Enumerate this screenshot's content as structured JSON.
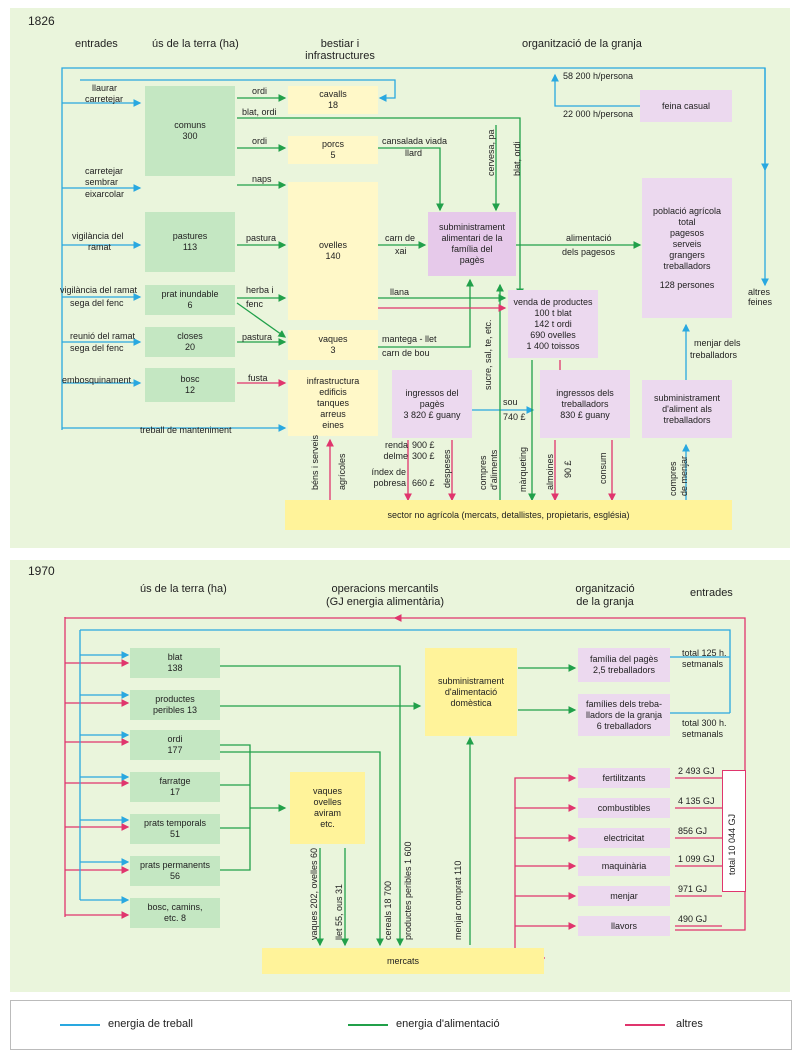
{
  "colors": {
    "blue": "#29a8e0",
    "green": "#21a04a",
    "red": "#e0356d",
    "green_bg": "#eaf5dc"
  },
  "top": {
    "year": "1826",
    "headers": {
      "entrades": "entrades",
      "us_terra": "ús de la terra (ha)",
      "bestiar_1": "bestiar i",
      "bestiar_2": "infrastructures",
      "organitzacio": "organització de la granja"
    },
    "inputs": {
      "llaurar": "llaurar",
      "carretejar": "carretejar",
      "carretejar2": "carretejar",
      "sembrar": "sembrar",
      "eixarcolar": "eixarcolar",
      "vigilancia1": "vigilància del",
      "ramat1": "ramat",
      "vigilancia2": "vigilància del ramat",
      "sega1": "sega del fenc",
      "reunio": "reunió del ramat",
      "sega2": "sega del fenc",
      "embosquinament": "embosquinament",
      "treball": "treball de manteniment"
    },
    "land": {
      "comuns_name": "comuns",
      "comuns_val": "300",
      "pastures_name": "pastures",
      "pastures_val": "113",
      "prat_name": "prat inundable",
      "prat_val": "6",
      "closes_name": "closes",
      "closes_val": "20",
      "bosc_name": "bosc",
      "bosc_val": "12"
    },
    "flows": {
      "ordi1": "ordi",
      "blat_ordi": "blat, ordi",
      "ordi2": "ordi",
      "naps": "naps",
      "pastura1": "pastura",
      "herba": "herba i",
      "fenc": "fenc",
      "pastura2": "pastura",
      "fusta": "fusta",
      "cansalada": "cansalada viada",
      "llard": "llard",
      "carn_de": "carn de",
      "xai": "xai",
      "llana": "llana",
      "mantega": "mantega - llet",
      "carn_bou": "carn de bou",
      "cervesa": "cervesa, pa",
      "blat_ordi_v": "blat, ordi",
      "sucre": "sucre, sal, te, etc.",
      "alimentacio1": "alimentació",
      "alimentacio2": "dels pagesos",
      "sou": "sou",
      "sou_val": "740 £",
      "h1": "58 200 h/persona",
      "h2": "22 000 h/persona",
      "altres1": "altres",
      "altres2": "feines",
      "menjar1": "menjar dels",
      "menjar2": "treballadors"
    },
    "livestock": {
      "cavalls_name": "cavalls",
      "cavalls_val": "18",
      "porcs_name": "porcs",
      "porcs_val": "5",
      "ovelles_name": "ovelles",
      "ovelles_val": "140",
      "vaques_name": "vaques",
      "vaques_val": "3",
      "infra_1": "infrastructura",
      "infra_2": "edificis",
      "infra_3": "tanques",
      "infra_4": "arreus",
      "infra_5": "eines"
    },
    "org": {
      "feina_casual": "feina casual",
      "poblacio_1": "població agrícola",
      "poblacio_2": "total",
      "poblacio_3": "pagesos",
      "poblacio_4": "serveis",
      "poblacio_5": "grangers",
      "poblacio_6": "treballadors",
      "poblacio_7": "128 persones",
      "subm_1": "subministrament",
      "subm_2": "alimentari de la",
      "subm_3": "família del",
      "subm_4": "pagès",
      "venda_1": "venda de productes",
      "venda_2": "100 t blat",
      "venda_3": "142 t ordi",
      "venda_4": "690 ovelles",
      "venda_5": "1 400 toissos",
      "ingp_1": "ingressos del",
      "ingp_2": "pagès",
      "ingp_3": "3 820 £ guany",
      "ingt_1": "ingressos dels",
      "ingt_2": "treballadors",
      "ingt_3": "830 £ guany",
      "suba_1": "subministrament",
      "suba_2": "d'aliment als",
      "suba_3": "treballadors"
    },
    "bottom": {
      "bens": "béns i serveis",
      "agricoles": "agrícoles",
      "renda": "renda",
      "renda_val": "900 £",
      "delme": "delme",
      "delme_val": "300 £",
      "index1": "índex de",
      "index2": "pobresa",
      "index_val": "660 £",
      "despeses": "despeses",
      "compres1": "compres",
      "compres2": "d'aliments",
      "marqueting": "màrqueting",
      "almoines": "almoines",
      "almoines_val": "90 £",
      "consum": "consum",
      "compres3": "compres",
      "compres4": "de menjar",
      "sector": "sector no agrícola (mercats, detallistes, propietaris, església)"
    }
  },
  "bottom_panel": {
    "year": "1970",
    "headers": {
      "us_terra": "ús de la terra (ha)",
      "op_1": "operacions mercantils",
      "op_2": "(GJ energia alimentària)",
      "org_1": "organització",
      "org_2": "de la granja",
      "entrades": "entrades"
    },
    "land": [
      {
        "name": "blat",
        "val": "138"
      },
      {
        "name": "productes",
        "val": "peribles 13"
      },
      {
        "name": "ordi",
        "val": "177"
      },
      {
        "name": "farratge",
        "val": "17"
      },
      {
        "name": "prats temporals",
        "val": "51"
      },
      {
        "name": "prats permanents",
        "val": "56"
      },
      {
        "name": "bosc, camins,",
        "val": "etc. 8"
      }
    ],
    "vaques_1": "vaques",
    "vaques_2": "ovelles",
    "vaques_3": "aviram",
    "vaques_4": "etc.",
    "subm_1": "subministrament",
    "subm_2": "d'alimentació",
    "subm_3": "domèstica",
    "mercats": "mercats",
    "vflows": {
      "vaques": "vaques 202, ovelles 60",
      "llet": "llet 55, ous 31",
      "cereals": "cereals 18 700",
      "productes": "productes peribles 1 600",
      "menjar": "menjar comprat 110"
    },
    "familia_1": "família del pagès",
    "familia_2": "2,5 treballadors",
    "families_1": "famílies dels treba-",
    "families_2": "lladors de la granja",
    "families_3": "6 treballadors",
    "total125_1": "total 125 h.",
    "total125_2": "setmanals",
    "total300_1": "total 300 h.",
    "total300_2": "setmanals",
    "inputs": [
      {
        "name": "fertilitzants",
        "gj": "2 493 GJ"
      },
      {
        "name": "combustibles",
        "gj": "4 135 GJ"
      },
      {
        "name": "electricitat",
        "gj": "856 GJ"
      },
      {
        "name": "maquinària",
        "gj": "1 099 GJ"
      },
      {
        "name": "menjar",
        "gj": "971 GJ"
      },
      {
        "name": "llavors",
        "gj": "490 GJ"
      }
    ],
    "total": "total 10 044 GJ"
  },
  "legend": {
    "blue": "energia de treball",
    "green": "energia d'alimentació",
    "red": "altres"
  }
}
